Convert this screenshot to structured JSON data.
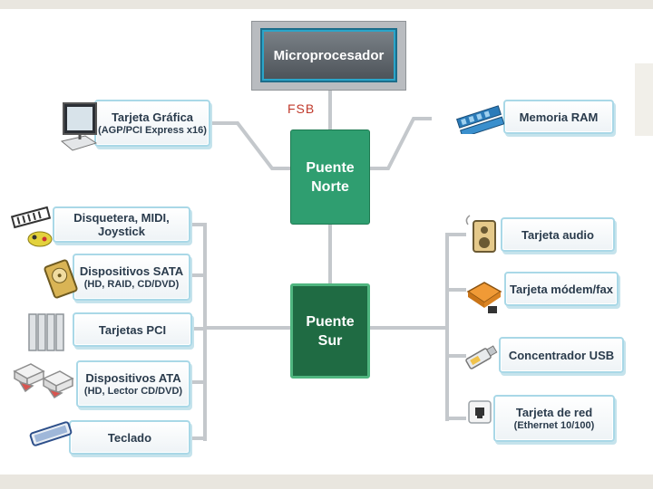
{
  "cpu": {
    "label": "Microprocesador"
  },
  "fsb_label": "FSB",
  "north_bridge": {
    "line1": "Puente",
    "line2": "Norte"
  },
  "south_bridge": {
    "line1": "Puente",
    "line2": "Sur"
  },
  "north_left": {
    "title": "Tarjeta Gráfica",
    "sub": "(AGP/PCI Express x16)",
    "icon": "monitor-icon"
  },
  "north_right": {
    "title": "Memoria RAM",
    "icon": "ram-module-icon"
  },
  "left_devices": [
    {
      "title": "Disquetera, MIDI, Joystick",
      "sub": "",
      "icon": "keyboard-joystick-icon"
    },
    {
      "title": "Dispositivos SATA",
      "sub": "(HD, RAID, CD/DVD)",
      "icon": "hard-disk-icon"
    },
    {
      "title": "Tarjetas PCI",
      "sub": "",
      "icon": "pci-cards-icon"
    },
    {
      "title": "Dispositivos ATA",
      "sub": "(HD, Lector CD/DVD)",
      "icon": "optical-drive-icon"
    },
    {
      "title": "Teclado",
      "sub": "",
      "icon": "keyboard-icon"
    }
  ],
  "right_devices": [
    {
      "title": "Tarjeta audio",
      "sub": "",
      "icon": "speaker-icon"
    },
    {
      "title": "Tarjeta módem/fax",
      "sub": "",
      "icon": "modem-icon"
    },
    {
      "title": "Concentrador USB",
      "sub": "",
      "icon": "usb-icon"
    },
    {
      "title": "Tarjeta de red",
      "sub": "(Ethernet 10/100)",
      "icon": "network-port-icon"
    }
  ],
  "colors": {
    "north": "#2f9e70",
    "south": "#1f6b43",
    "box_border": "#a9d8e7",
    "fsb": "#c0392b"
  }
}
